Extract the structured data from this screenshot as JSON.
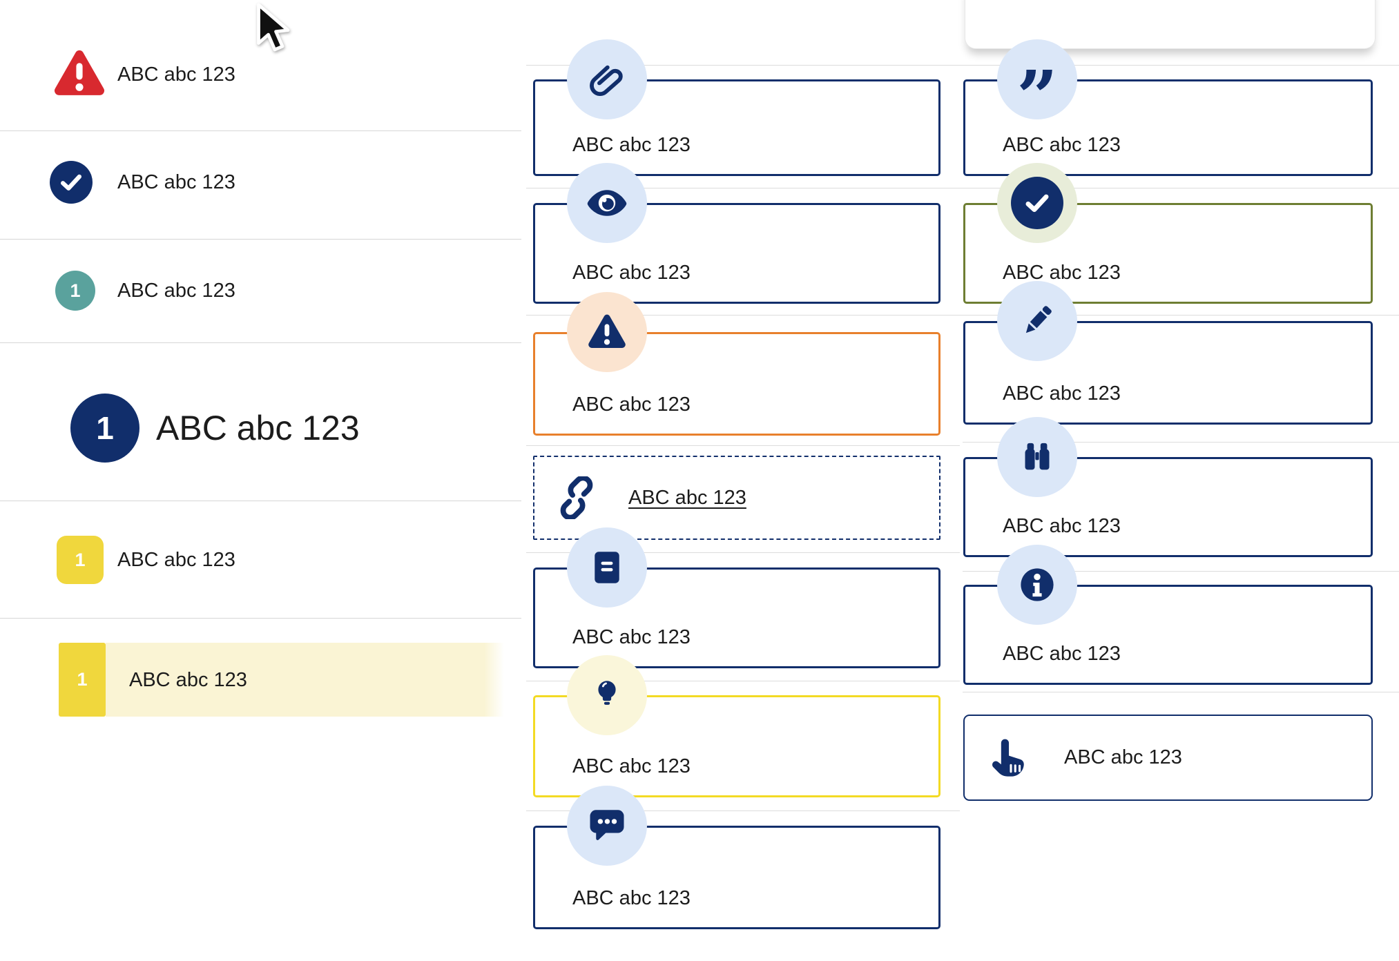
{
  "colors": {
    "navy": "#112e6b",
    "light_blue": "#dbe7f8",
    "red": "#d8292f",
    "teal": "#5aa29d",
    "yellow_badge": "#f0d73d",
    "pale_yellow_highlight": "#faf4d4",
    "orange_border": "#e8802c",
    "peach_circle": "#fbe4d0",
    "yellow_border": "#f3da24",
    "pale_yellow_circle": "#faf6da",
    "olive_border": "#6e7e33",
    "pale_green_circle": "#e8edd9",
    "divider": "#d9d9d9",
    "text": "#1c1c1c"
  },
  "left_list": {
    "items": [
      {
        "icon": "warning-triangle",
        "label": "ABC abc 123"
      },
      {
        "icon": "check-circle",
        "label": "ABC abc 123"
      },
      {
        "icon": "teal-number-circle",
        "badge": "1",
        "label": "ABC abc 123"
      },
      {
        "icon": "navy-number-circle-large",
        "badge": "1",
        "label": "ABC abc 123"
      },
      {
        "icon": "yellow-number-square",
        "badge": "1",
        "label": "ABC abc 123"
      },
      {
        "icon": "yellow-number-square-highlighted",
        "badge": "1",
        "label": "ABC abc 123"
      }
    ]
  },
  "middle_cards": [
    {
      "icon": "paperclip",
      "label": "ABC abc 123"
    },
    {
      "icon": "eye",
      "label": "ABC abc 123"
    },
    {
      "icon": "warning",
      "label": "ABC abc 123"
    },
    {
      "icon": "link",
      "label": "ABC abc 123"
    },
    {
      "icon": "book",
      "label": "ABC abc 123"
    },
    {
      "icon": "lightbulb",
      "label": "ABC abc 123"
    },
    {
      "icon": "speech-bubble",
      "label": "ABC abc 123"
    }
  ],
  "right_cards": [
    {
      "icon": "quote",
      "label": "ABC abc 123",
      "quote_glyph": "”"
    },
    {
      "icon": "check",
      "label": "ABC abc 123"
    },
    {
      "icon": "pencil",
      "label": "ABC abc 123"
    },
    {
      "icon": "binoculars",
      "label": "ABC abc 123"
    },
    {
      "icon": "info",
      "label": "ABC abc 123"
    },
    {
      "icon": "hand-pointer",
      "label": "ABC abc 123"
    }
  ]
}
